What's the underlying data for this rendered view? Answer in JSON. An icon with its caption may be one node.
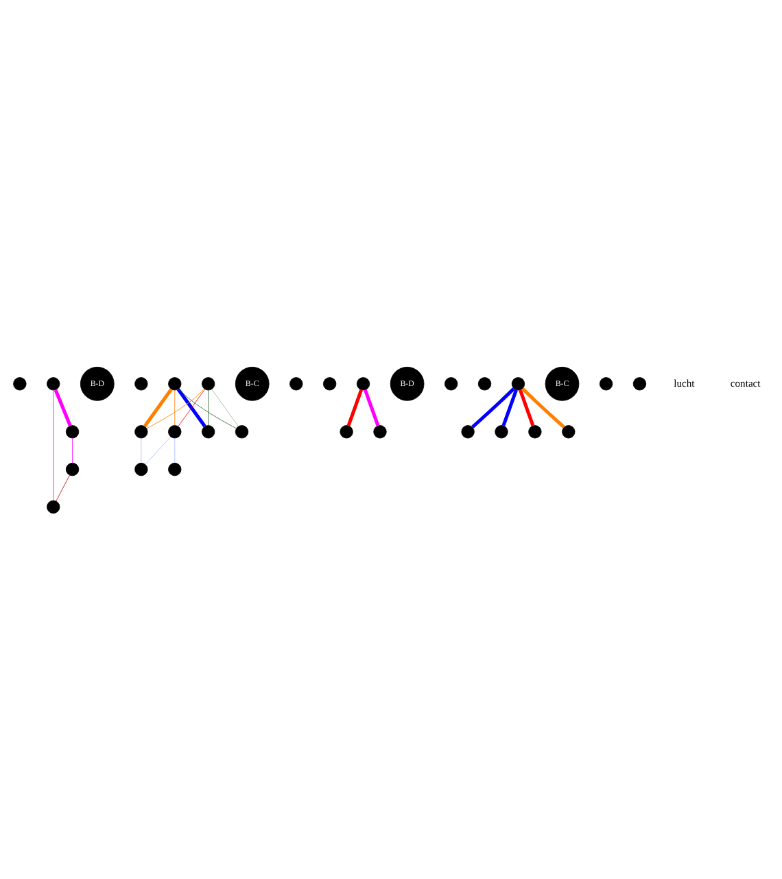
{
  "diagram": {
    "nodes": [
      {
        "text": [],
        "shape": "circle"
      },
      {
        "text": [],
        "shape": "circle"
      },
      {
        "text": [
          "B-D"
        ]
      },
      {
        "text": [],
        "shape": "circle"
      },
      {
        "text": [],
        "shape": "circle"
      },
      {
        "text": [],
        "shape": "circle"
      },
      {
        "text": [],
        "shape": "circle"
      },
      {
        "text": [],
        "shape": "circle"
      },
      {
        "text": [],
        "shape": "circle"
      },
      {
        "text": [],
        "shape": "circle"
      },
      {
        "text": [],
        "shape": "circle"
      },
      {
        "text": [
          "B-C"
        ]
      },
      {
        "text": [],
        "shape": "circle"
      },
      {
        "text": [],
        "shape": "circle"
      },
      {
        "text": [],
        "shape": "circle"
      },
      {
        "text": [],
        "shape": "circle"
      },
      {
        "text": [],
        "shape": "circle"
      },
      {
        "text": [],
        "shape": "circle"
      },
      {
        "text": [],
        "shape": "circle"
      },
      {
        "text": [
          "B-D"
        ]
      },
      {
        "text": [],
        "shape": "circle"
      },
      {
        "text": [],
        "shape": "circle"
      },
      {
        "text": [],
        "shape": "circle"
      },
      {
        "text": [],
        "shape": "circle"
      },
      {
        "text": [],
        "shape": "circle"
      },
      {
        "text": [],
        "shape": "circle"
      },
      {
        "text": [],
        "shape": "circle"
      },
      {
        "text": [
          "B-C"
        ]
      },
      {
        "text": [],
        "shape": "circle"
      },
      {
        "text": [],
        "shape": "circle"
      },
      {
        "text": [],
        "shape": "circle"
      },
      {
        "text": [],
        "shape": "circle"
      }
    ],
    "edges": [
      {
        "from": 1,
        "to": 6,
        "arrow": "none",
        "style": "thick",
        "color": "#ff00ff"
      },
      {
        "from": 1,
        "to": 4,
        "arrow": "none",
        "color": "#ff00ff"
      },
      {
        "from": 6,
        "to": 3,
        "arrow": "none",
        "color": "#ff00ff"
      },
      {
        "from": 3,
        "to": 4,
        "arrow": "none",
        "color": "#cc0000"
      },
      {
        "from": 7,
        "to": 8,
        "arrow": "none",
        "style": "thick",
        "color": "#0000ff"
      },
      {
        "from": 7,
        "to": 14,
        "arrow": "none",
        "style": "thick",
        "color": "#ff8000"
      },
      {
        "from": 7,
        "to": 12,
        "arrow": "none",
        "color": "#ff8000"
      },
      {
        "from": 9,
        "to": 14,
        "arrow": "none",
        "color": "#ff8000"
      },
      {
        "from": 9,
        "to": 8,
        "arrow": "none",
        "color": "#336633"
      },
      {
        "from": 7,
        "to": 10,
        "arrow": "none",
        "color": "#336633"
      },
      {
        "from": 9,
        "to": 10,
        "arrow": "none",
        "color": "#99bb99"
      },
      {
        "from": 9,
        "to": 12,
        "arrow": "none",
        "color": "#ff0000"
      },
      {
        "from": 12,
        "to": 13,
        "arrow": "none",
        "color": "#aabbff"
      },
      {
        "from": 12,
        "to": 15,
        "arrow": "none",
        "color": "#aabbff"
      },
      {
        "from": 14,
        "to": 13,
        "arrow": "none",
        "color": "#aabbff"
      },
      {
        "from": 18,
        "to": 20,
        "arrow": "none",
        "style": "thick",
        "color": "#ff0000"
      },
      {
        "from": 18,
        "to": 22,
        "arrow": "none",
        "style": "thick",
        "color": "#ff00ff"
      },
      {
        "from": 25,
        "to": 24,
        "arrow": "none",
        "style": "thick",
        "color": "#0000ff"
      },
      {
        "from": 25,
        "to": 26,
        "arrow": "none",
        "style": "thick",
        "color": "#0000ff"
      },
      {
        "from": 25,
        "to": 28,
        "arrow": "none",
        "style": "thick",
        "color": "#ff0000"
      },
      {
        "from": 25,
        "to": 30,
        "arrow": "none",
        "style": "thick",
        "color": "#ff8000"
      }
    ],
    "labels": [
      "lucht",
      "contact"
    ]
  }
}
